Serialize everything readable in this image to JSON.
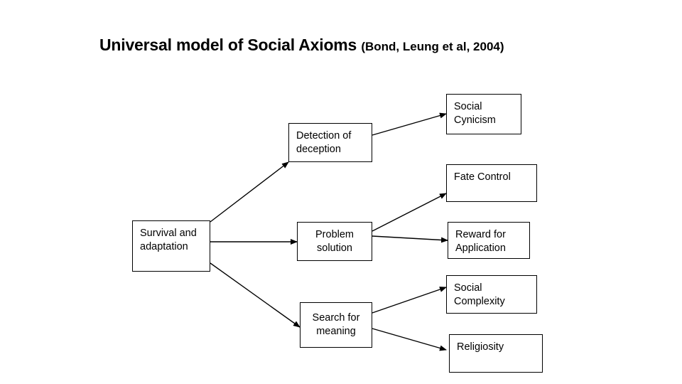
{
  "title": {
    "main": "Universal model of Social Axioms ",
    "citation": "(Bond, Leung et al, 2004)"
  },
  "nodes": {
    "survival": "Survival and\nadaptation",
    "detection": "Detection of\ndeception",
    "problem": "Problem\nsolution",
    "search": "Search for\nmeaning",
    "cynicism": "Social\nCynicism",
    "fate": "Fate Control",
    "reward": "Reward for\nApplication",
    "complexity": "Social\nComplexity",
    "religiosity": "Religiosity"
  },
  "edges": [
    {
      "from": "survival",
      "to": "detection"
    },
    {
      "from": "survival",
      "to": "problem"
    },
    {
      "from": "survival",
      "to": "search"
    },
    {
      "from": "detection",
      "to": "cynicism"
    },
    {
      "from": "problem",
      "to": "fate"
    },
    {
      "from": "problem",
      "to": "reward"
    },
    {
      "from": "search",
      "to": "complexity"
    },
    {
      "from": "search",
      "to": "religiosity"
    }
  ],
  "style": {
    "line_color": "#000000",
    "box_border": "#000000",
    "background": "#ffffff",
    "text_color": "#000000"
  }
}
